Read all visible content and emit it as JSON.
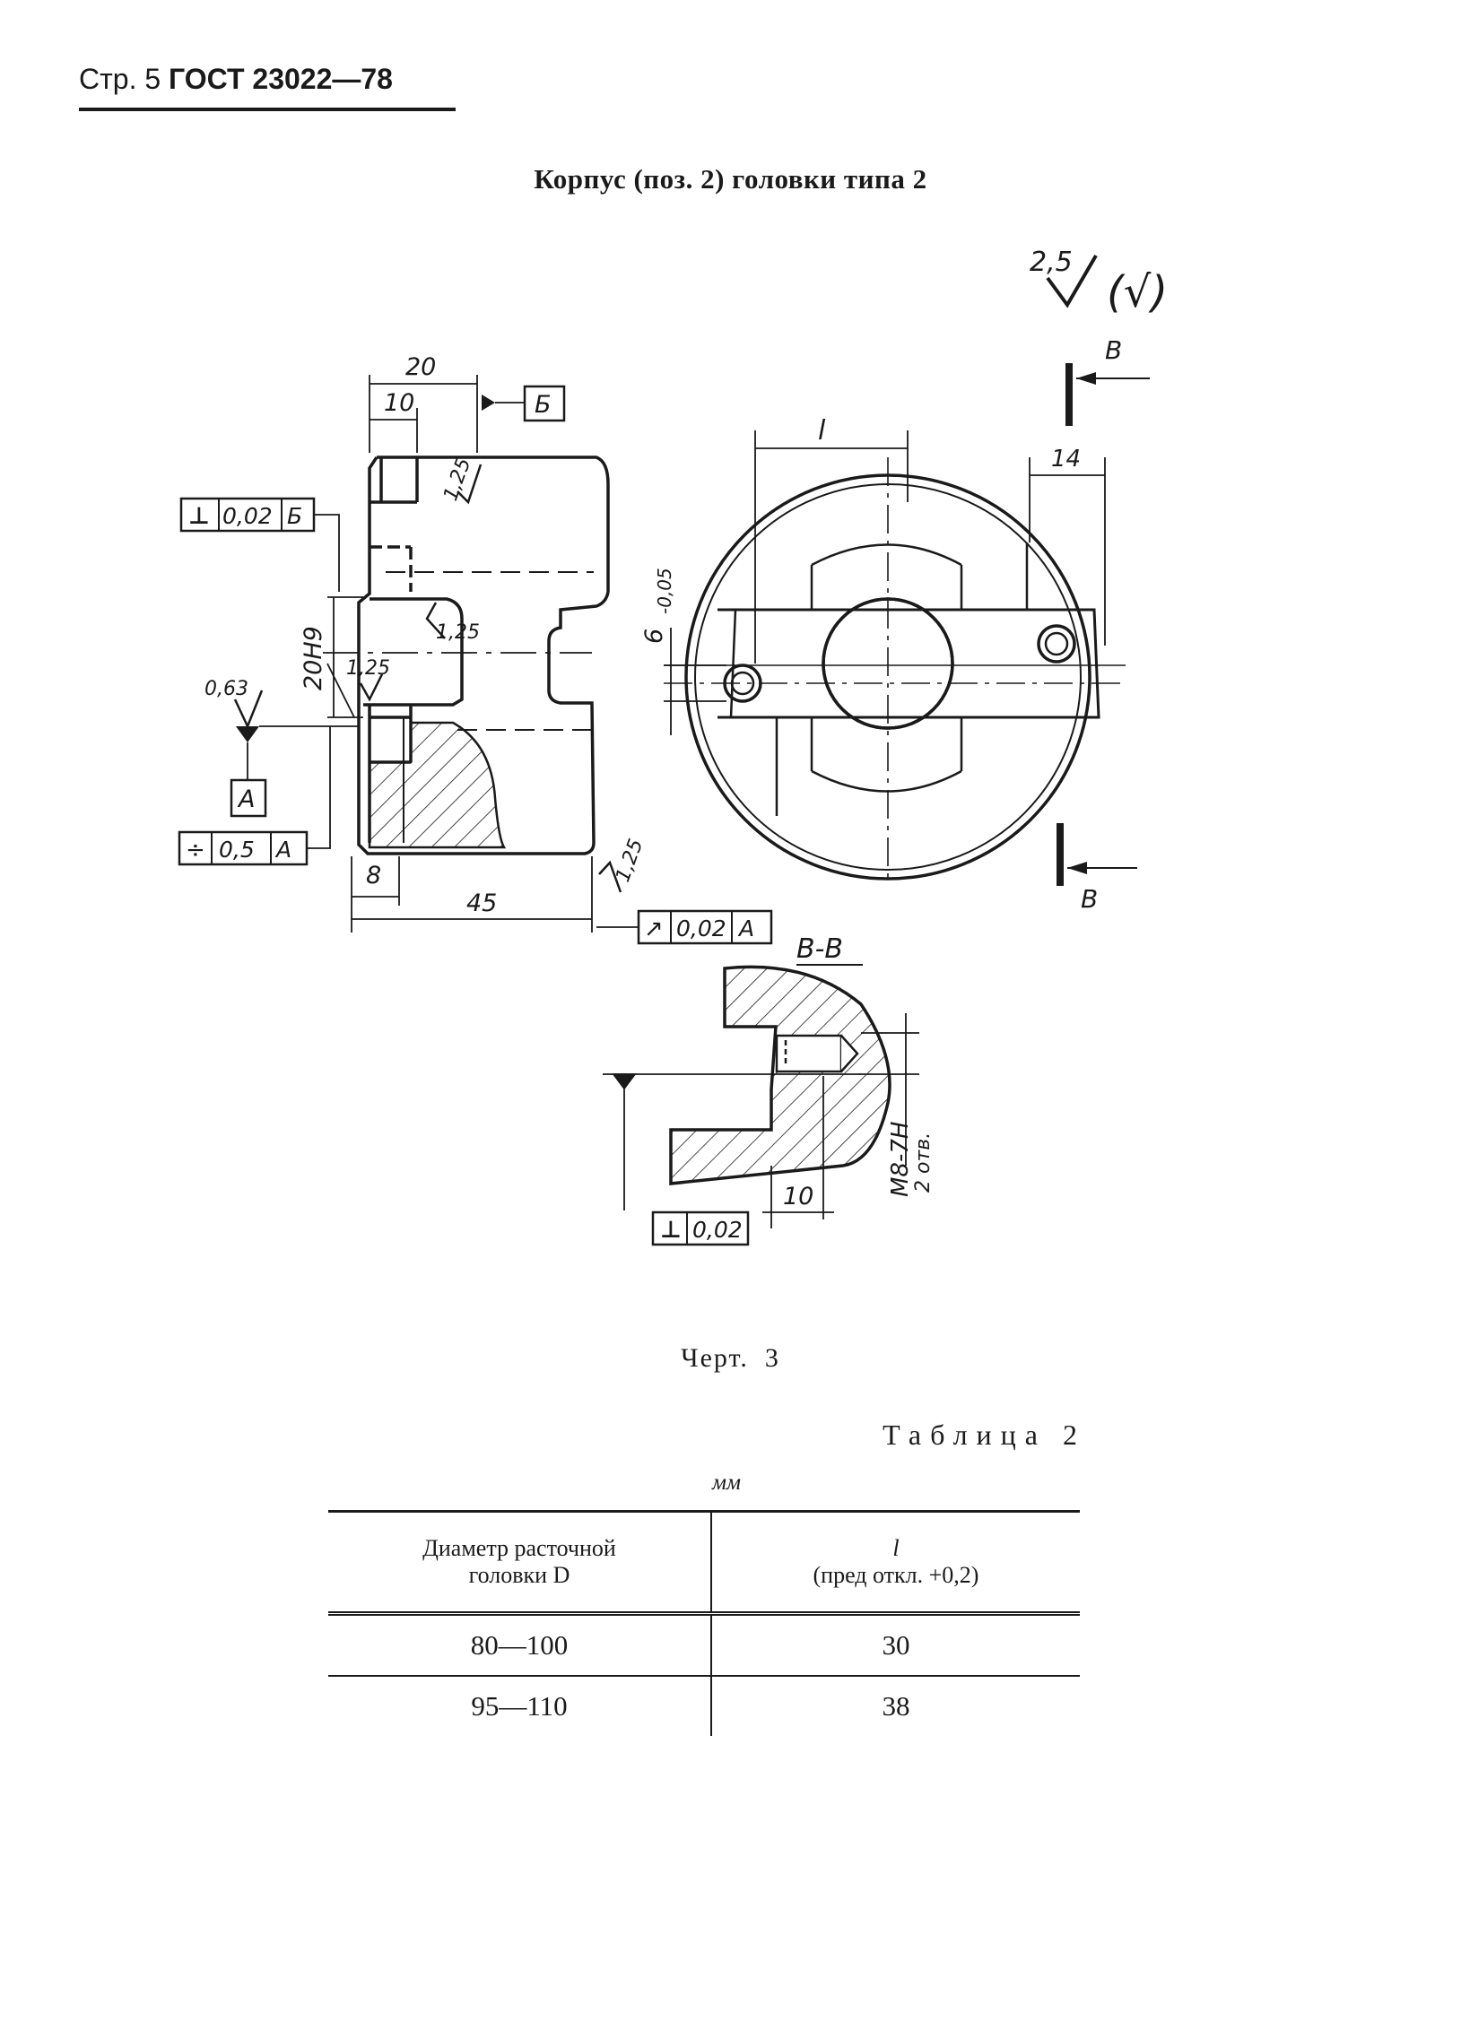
{
  "header": {
    "page_label": "Стр. 5",
    "standard": "ГОСТ 23022—78"
  },
  "title": "Корпус (поз. 2) головки типа 2",
  "drawing": {
    "roughness_general": "2,5",
    "roughness_other": "(√)",
    "dims": {
      "d20": "20",
      "d10": "10",
      "d20H9": "20H9",
      "d8": "8",
      "d45": "45",
      "dl": "l",
      "d14": "14",
      "d6": "6",
      "d6_tol": "-0,05",
      "d10b": "10",
      "thread": "М8-7Н",
      "holes": "2 отв."
    },
    "roughness": {
      "r1": "1,25",
      "r2": "1,25",
      "r3": "1,25",
      "r4": "1,25",
      "r063": "0,63"
    },
    "datums": {
      "A": "А",
      "B": "Б"
    },
    "tolerances": {
      "perp_top": {
        "symbol": "⊥",
        "value": "0,02",
        "datum": "Б"
      },
      "sym": {
        "symbol": "÷",
        "value": "0,5",
        "datum": "А"
      },
      "runout": {
        "symbol": "↗",
        "value": "0,02",
        "datum": "А"
      },
      "perp_bottom": {
        "symbol": "⊥",
        "value": "0,02"
      }
    },
    "section_letter": "В",
    "section_label": "В-В"
  },
  "caption": {
    "label": "Черт.",
    "number": "3"
  },
  "table": {
    "label": "Таблица 2",
    "units": "мм",
    "col1_header_line1": "Диаметр расточной",
    "col1_header_line2": "головки D",
    "col2_header_line1": "l",
    "col2_header_line2": "(пред откл. +0,2)",
    "rows": [
      {
        "diameter": "80—100",
        "l": "30"
      },
      {
        "diameter": "95—110",
        "l": "38"
      }
    ]
  }
}
